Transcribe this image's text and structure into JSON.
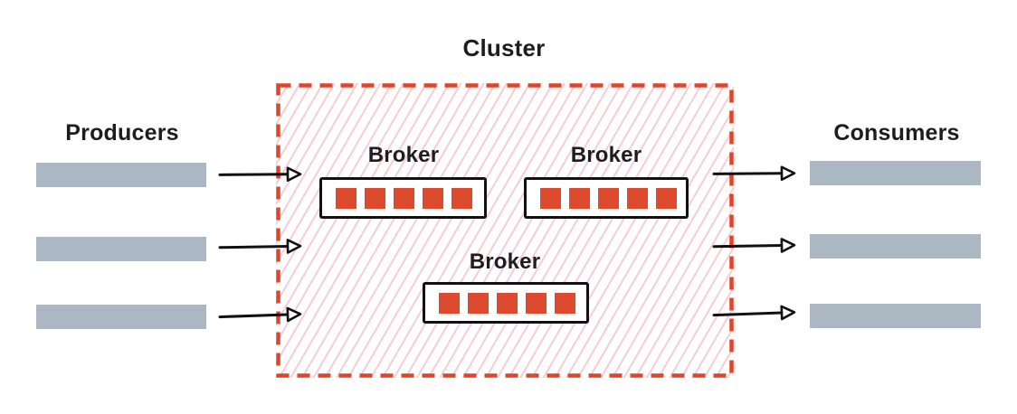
{
  "diagram": {
    "producers": {
      "label": "Producers",
      "count": 3
    },
    "consumers": {
      "label": "Consumers",
      "count": 3
    },
    "cluster": {
      "label": "Cluster",
      "brokers": [
        {
          "label": "Broker",
          "partitions": 5
        },
        {
          "label": "Broker",
          "partitions": 5
        },
        {
          "label": "Broker",
          "partitions": 5
        }
      ]
    },
    "colors": {
      "accent_red": "#e0452a",
      "hatch_pink": "#f8ccd5",
      "bar_gray": "#abb7c3",
      "partition_red": "#dd4a2d",
      "line_black": "#111111",
      "text": "#1d1d1f"
    }
  }
}
